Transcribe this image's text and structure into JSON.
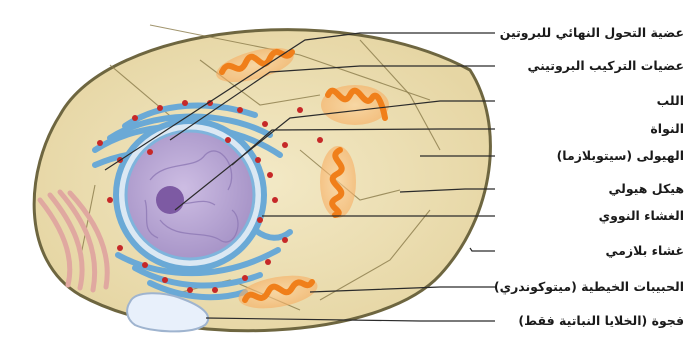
{
  "labels": [
    {
      "id": "golgi",
      "text": "عضية التحول النهائي للبروتين"
    },
    {
      "id": "ribosomes",
      "text": "عضيات التركيب البروتيني"
    },
    {
      "id": "nucleolus",
      "text": "اللب"
    },
    {
      "id": "nucleus",
      "text": "النواة"
    },
    {
      "id": "cytoplasm",
      "text": "الهيولى (سيتوبلازما)"
    },
    {
      "id": "cytoskeleton",
      "text": "هيكل هيولي"
    },
    {
      "id": "nuclear-envelope",
      "text": "الغشاء النووي"
    },
    {
      "id": "plasma-membrane",
      "text": "غشاء بلازمي"
    },
    {
      "id": "mitochondria",
      "text": "الحبيبات الخيطية (ميتوكوندري)"
    },
    {
      "id": "vacuole",
      "text": "فجوة (الخلايا النباتية فقط)"
    }
  ],
  "colors": {
    "cytoplasm": "#ede0b6",
    "membrane": "#6e6640",
    "mitochondria": "#f58220",
    "er": "#6aa9d6",
    "nucleus": "#b9a6d3",
    "nucleolus": "#7d5aa3",
    "ribosome": "#c62828",
    "golgi": "#e0a8a0"
  }
}
